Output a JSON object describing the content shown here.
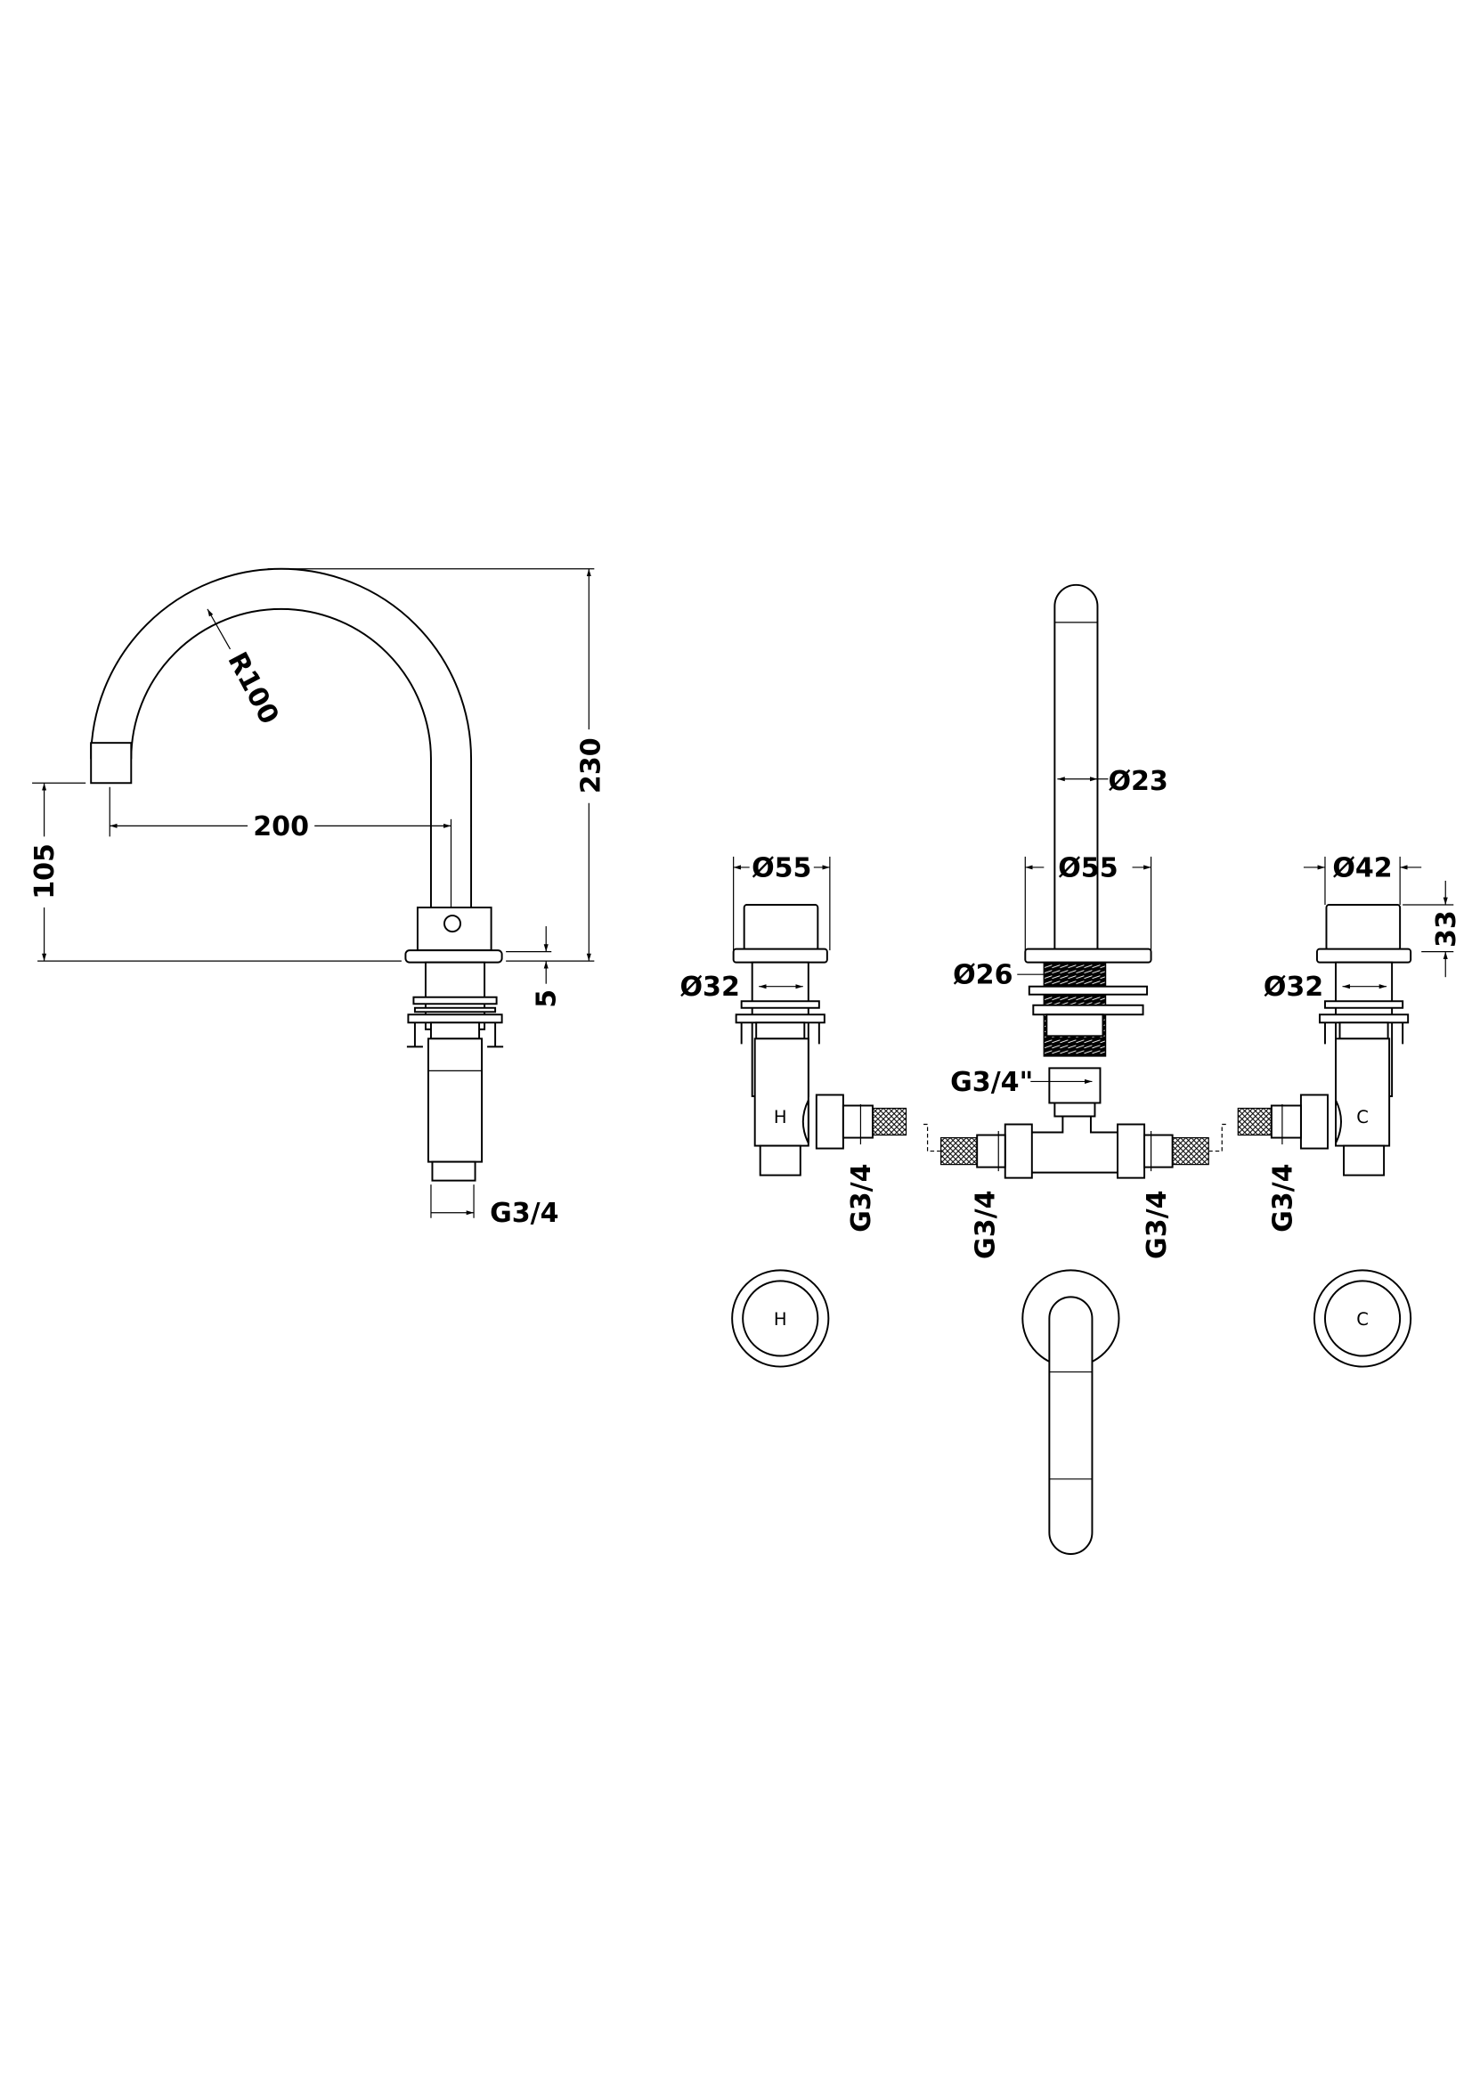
{
  "side_view": {
    "height_total": "230",
    "spout_height": "105",
    "spout_reach": "200",
    "spout_radius": "R100",
    "deck_thickness": "5",
    "inlet_thread": "G3/4"
  },
  "front_view": {
    "spout_diameter": "Ø23",
    "spout_base_diameter": "Ø55",
    "spout_shank_diameter": "Ø26",
    "spout_connection": "G3/4\"",
    "hot_handle_diameter": "Ø55",
    "hot_shank_diameter": "Ø32",
    "cold_handle_diameter": "Ø42",
    "cold_shank_diameter": "Ø32",
    "handle_height": "33",
    "hot_label": "H",
    "cold_label": "C",
    "thread_labels": [
      "G3/4",
      "G3/4",
      "G3/4",
      "G3/4"
    ]
  },
  "plan_view": {
    "hot_label": "H",
    "cold_label": "C"
  }
}
